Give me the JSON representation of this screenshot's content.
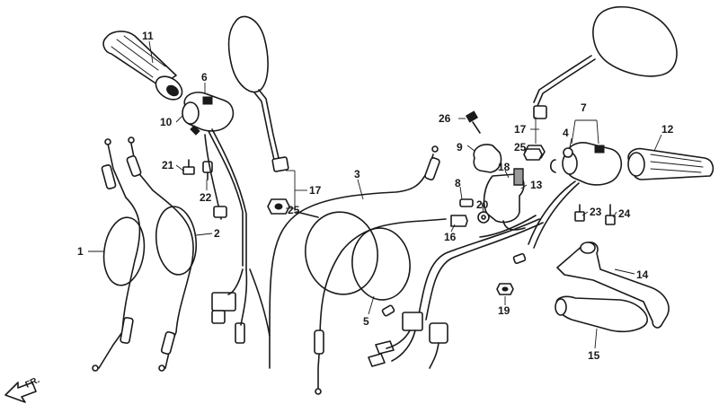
{
  "callouts": {
    "c1": "1",
    "c2": "2",
    "c3": "3",
    "c4": "4",
    "c5": "5",
    "c6": "6",
    "c7": "7",
    "c8": "8",
    "c9": "9",
    "c10": "10",
    "c11": "11",
    "c12": "12",
    "c13": "13",
    "c14": "14",
    "c15": "15",
    "c16": "16",
    "c17a": "17",
    "c17b": "17",
    "c18": "18",
    "c19": "19",
    "c20": "20",
    "c21": "21",
    "c22": "22",
    "c23": "23",
    "c24": "24",
    "c25a": "25",
    "c25b": "25",
    "c26": "26"
  },
  "direction_marker": {
    "label": "FR."
  }
}
